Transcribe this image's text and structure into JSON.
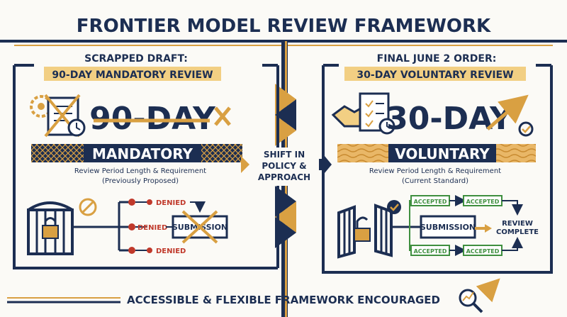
{
  "title": "FRONTIER MODEL REVIEW FRAMEWORK",
  "left": {
    "header_line1": "SCRAPPED DRAFT:",
    "header_line2": "90-DAY MANDATORY REVIEW",
    "big_label": "90-DAY",
    "band_label": "MANDATORY",
    "caption_line1": "Review Period Length & Requirement",
    "caption_line2": "(Previously Proposed)",
    "status_label": "DENIED",
    "submission_label": "SUBMISSION"
  },
  "center": {
    "line1": "SHIFT IN",
    "line2": "POLICY &",
    "line3": "APPROACH"
  },
  "right": {
    "header_line1": "FINAL JUNE 2 ORDER:",
    "header_line2": "30-DAY VOLUNTARY REVIEW",
    "big_label": "30-DAY",
    "band_label": "VOLUNTARY",
    "caption_line1": "Review Period Length & Requirement",
    "caption_line2": "(Current Standard)",
    "status_label": "ACCEPTED",
    "submission_label": "SUBMISSION",
    "complete_line1": "REVIEW",
    "complete_line2": "COMPLETE"
  },
  "footer": "ACCESSIBLE & FLEXIBLE FRAMEWORK ENCOURAGED",
  "colors": {
    "navy": "#1c2e52",
    "gold": "#d9a042",
    "red": "#c0392b",
    "green": "#3f8f3f",
    "background": "#fbfaf6"
  }
}
